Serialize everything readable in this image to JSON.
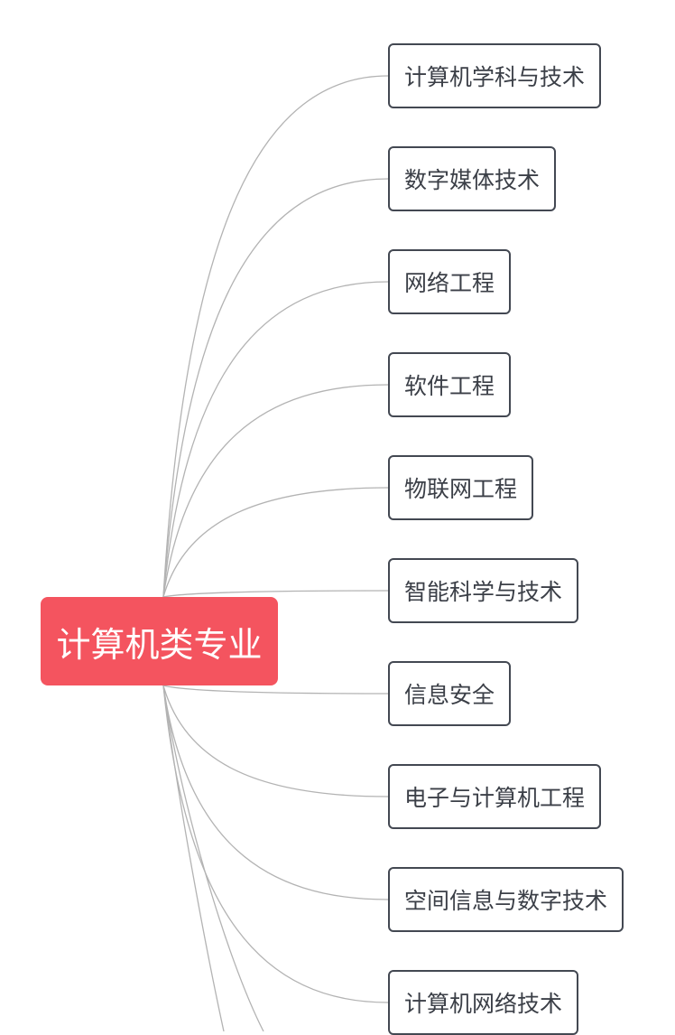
{
  "root": {
    "label": "计算机类专业",
    "color": "#f4545f"
  },
  "children": [
    {
      "label": "计算机学科与技术"
    },
    {
      "label": "数字媒体技术"
    },
    {
      "label": "网络工程"
    },
    {
      "label": "软件工程"
    },
    {
      "label": "物联网工程"
    },
    {
      "label": "智能科学与技术"
    },
    {
      "label": "信息安全"
    },
    {
      "label": "电子与计算机工程"
    },
    {
      "label": "空间信息与数字技术"
    },
    {
      "label": "计算机网络技术"
    }
  ],
  "colors": {
    "connector": "#b3b3b3",
    "node_border": "#434852",
    "node_text": "#3b3f47"
  }
}
